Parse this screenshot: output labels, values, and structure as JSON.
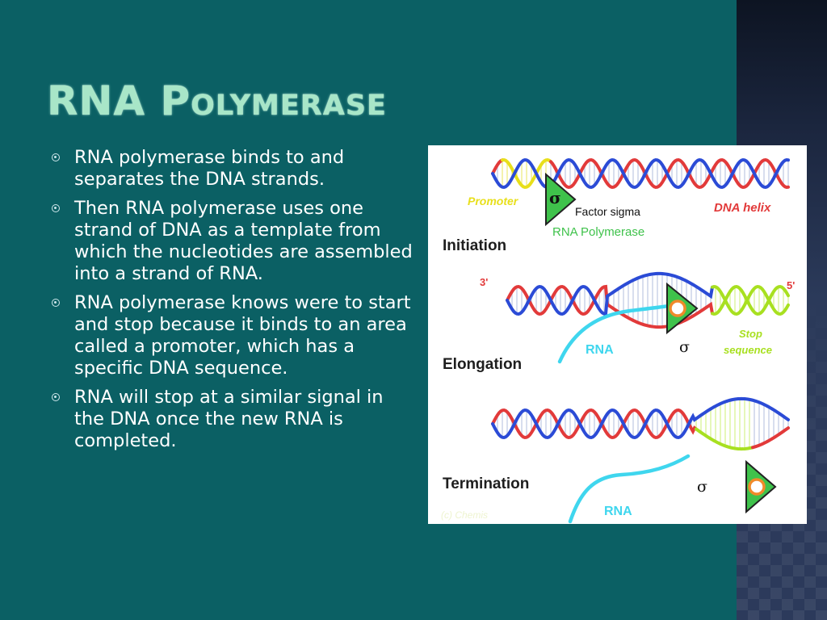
{
  "slide": {
    "title": "RNA Polymerase",
    "bullets": [
      "RNA polymerase binds to and separates the DNA strands.",
      "Then RNA polymerase uses one strand of DNA as a template from which the nucleotides are assembled into a strand of RNA.",
      "RNA polymerase knows were to start and stop because it binds to an area called a promoter, which has a specific DNA sequence.",
      "RNA will stop at a similar signal in the DNA once the new RNA is completed."
    ]
  },
  "figure": {
    "labels": {
      "promoter": "Promoter",
      "sigma": "σ",
      "factor_sigma": "Factor sigma",
      "dna_helix": "DNA helix",
      "rna_polymerase": "RNA Polymerase",
      "initiation": "Initiation",
      "three_prime": "3'",
      "five_prime": "5'",
      "rna": "RNA",
      "stop_line1": "Stop",
      "stop_line2": "sequence",
      "elongation": "Elongation",
      "termination": "Termination",
      "credit": "(c) Chemis"
    },
    "colors": {
      "strand_blue": "#2b4bd6",
      "strand_red": "#e23a3a",
      "promoter_yellow": "#e8df1a",
      "stop_green": "#a8e020",
      "rna_cyan": "#3fd6ee",
      "polymerase_green": "#3fc24b",
      "core_orange": "#f08a2a"
    }
  }
}
